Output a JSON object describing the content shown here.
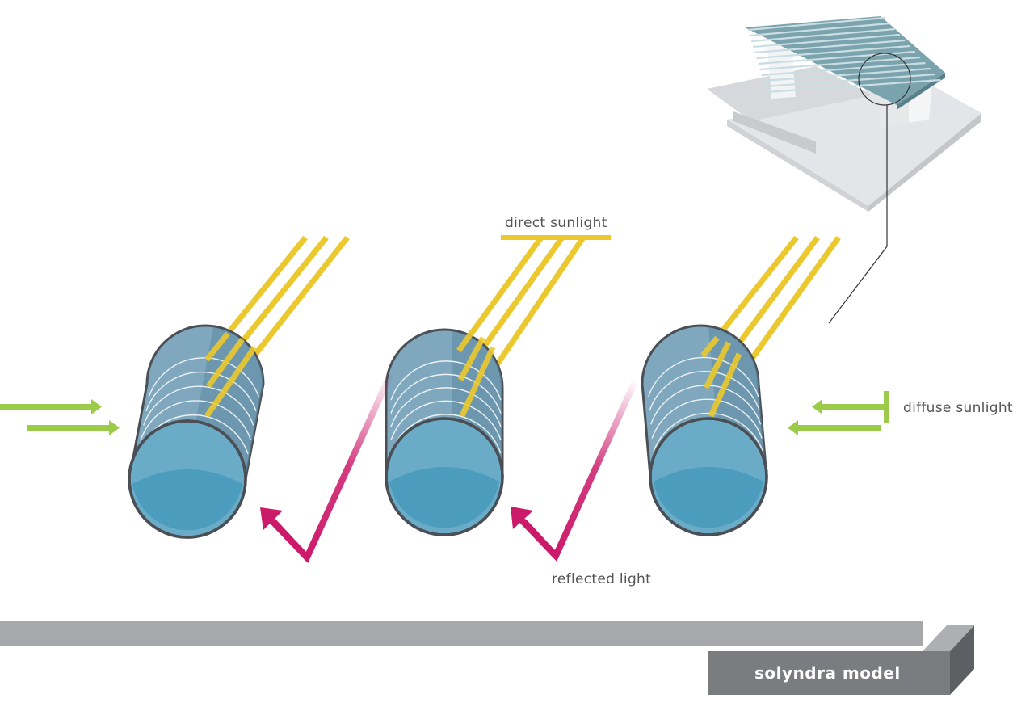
{
  "labels": {
    "direct": "direct sunlight",
    "diffuse": "diffuse sunlight",
    "reflected": "reflected light"
  },
  "title": "solyndra model",
  "colors": {
    "direct": "#ebc92e",
    "diffuse": "#9ccb4a",
    "reflected": "#cc1a6a",
    "tube_face": "#6aabc8",
    "tube_face_lower": "#4b9cbd",
    "tube_body": "#7fa7bd",
    "tube_outline": "#4a4f55",
    "ground_bar": "#a7a8ab",
    "title_block": "#7b7c80"
  },
  "icons": {
    "cylinder": "tube-icon",
    "building": "building-icon",
    "magnifier": "magnifier-circle-icon"
  }
}
